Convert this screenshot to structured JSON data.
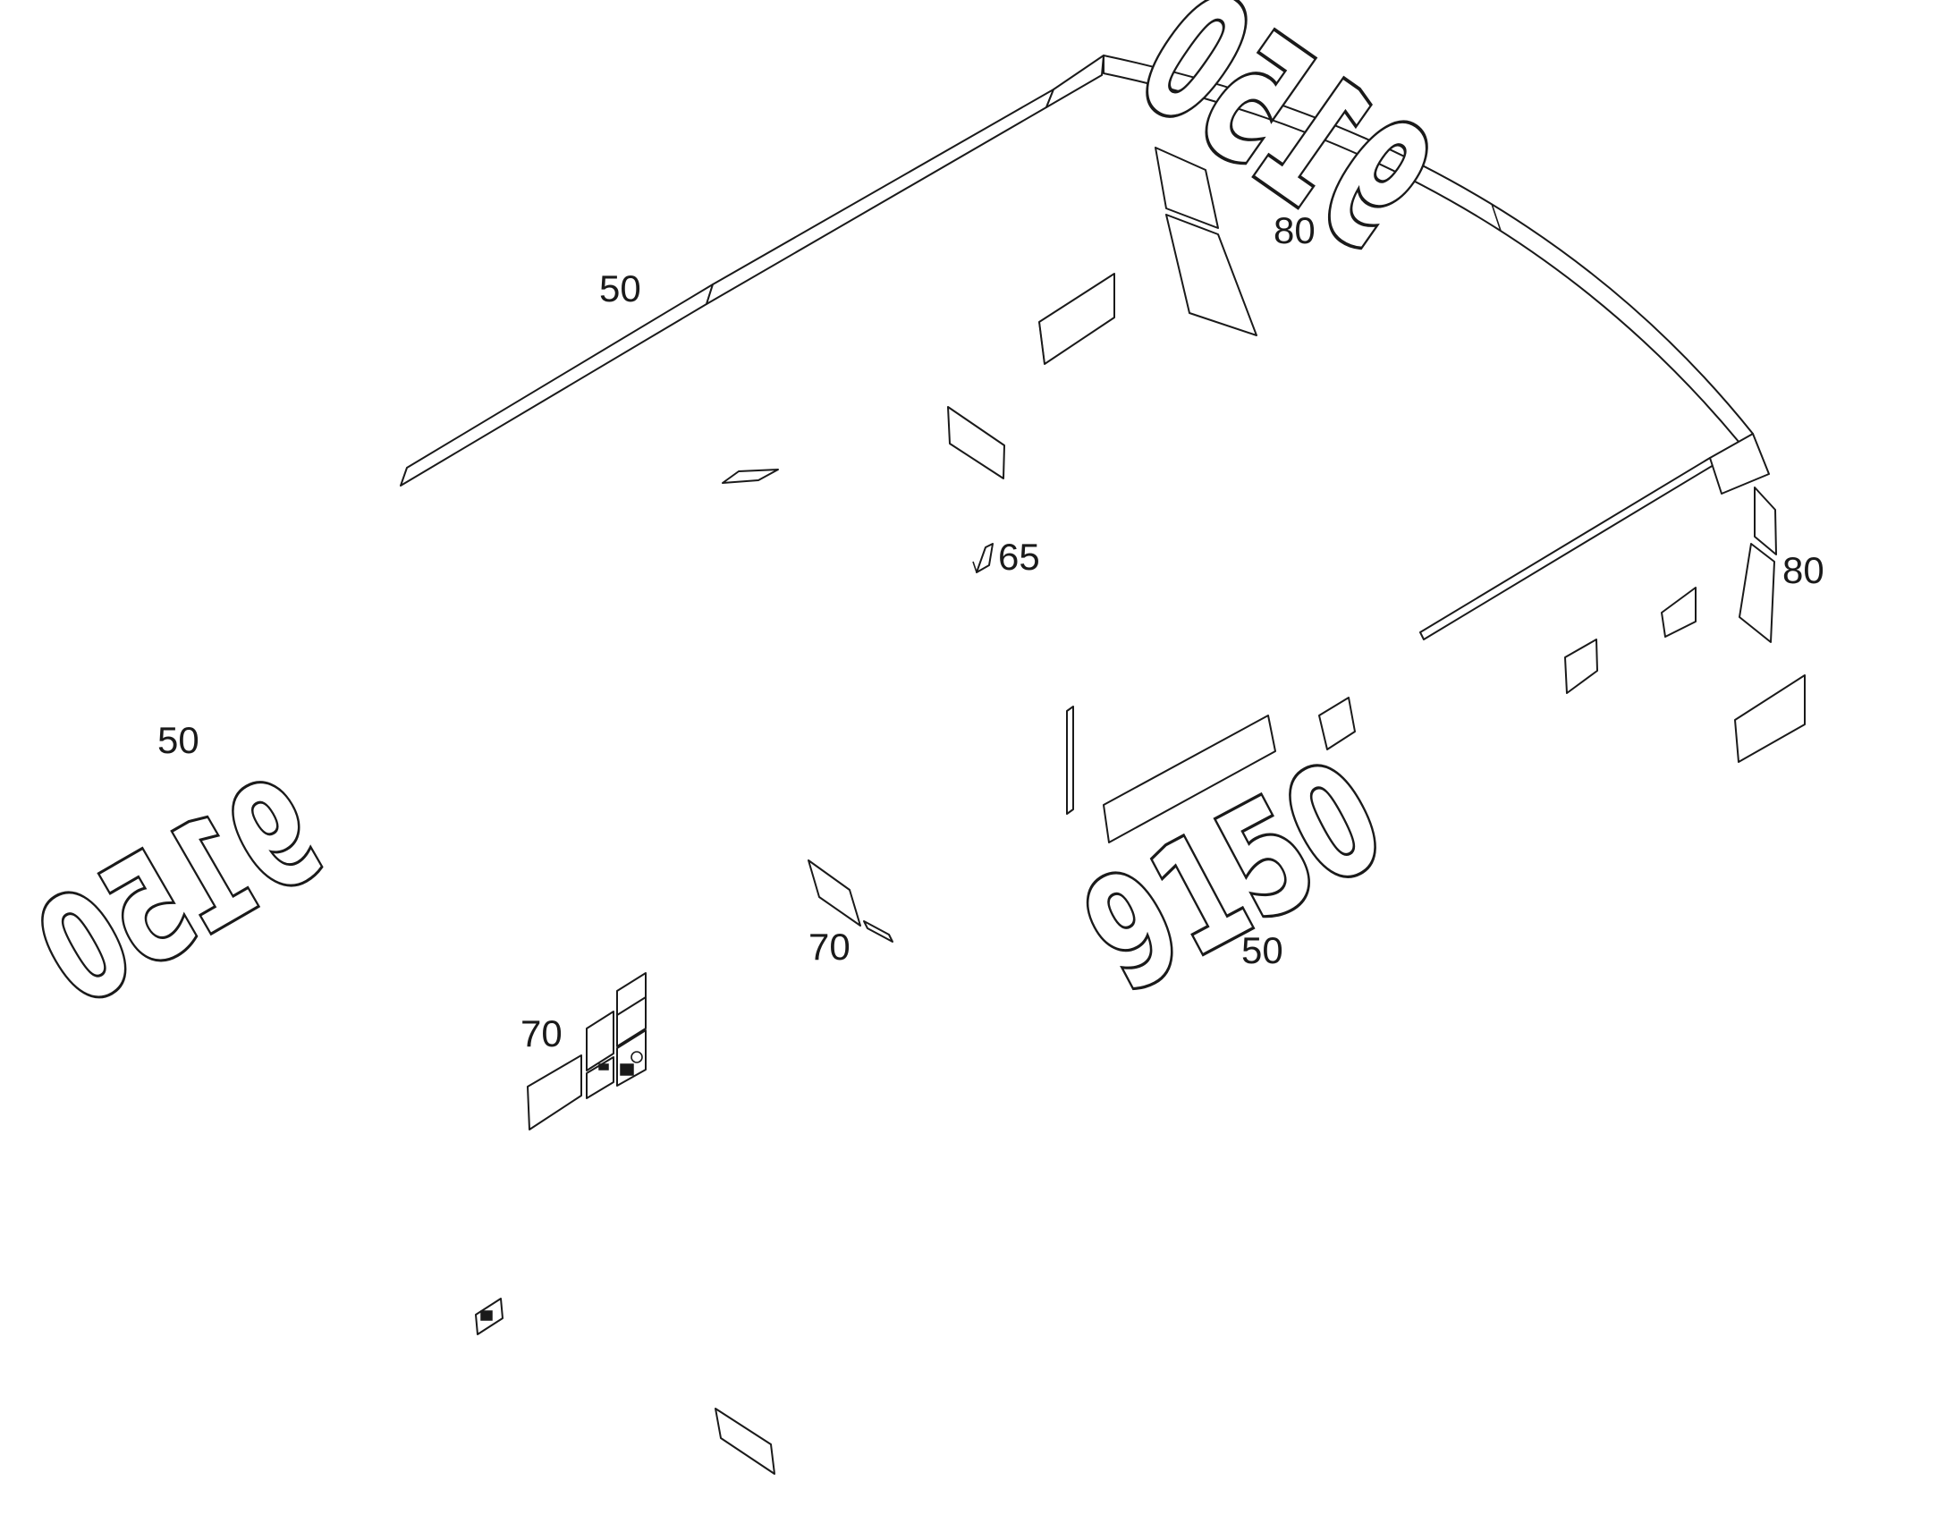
{
  "callouts": {
    "top_left": "50",
    "top_right": "80",
    "center_small": "65",
    "right_side": "80",
    "left_decal": "50",
    "center_lower": "70",
    "bottom_decal": "50",
    "left_lower": "70"
  },
  "decals": {
    "rear_model": "9150",
    "front_model": "9150",
    "side_model": "9150"
  }
}
